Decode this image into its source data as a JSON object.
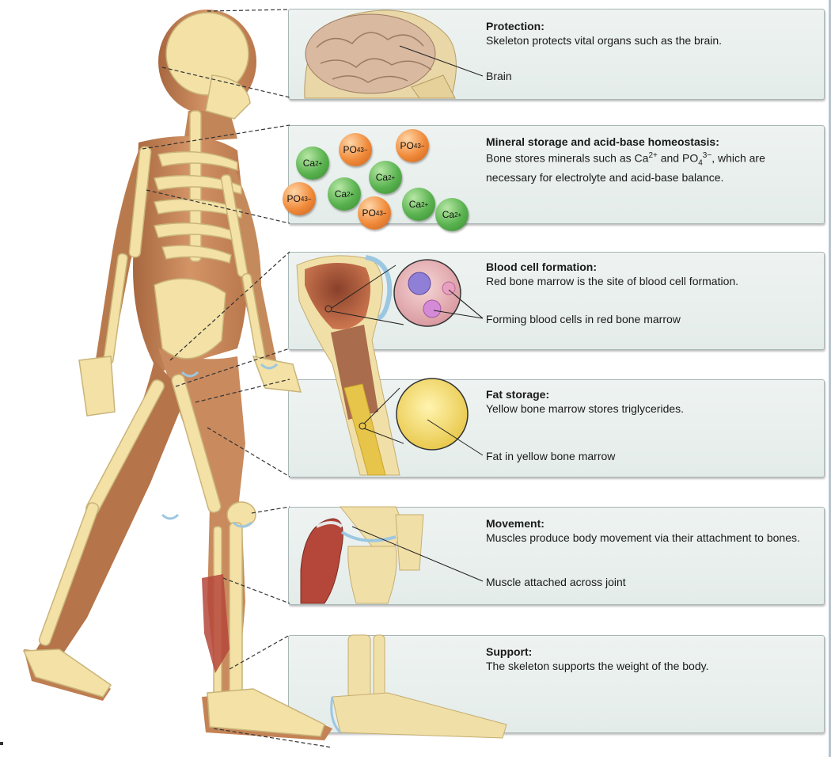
{
  "panels": [
    {
      "heading": "Protection:",
      "body": "Skeleton protects vital organs such as the brain.",
      "label": "Brain"
    },
    {
      "heading": "Mineral storage and acid-base homeostasis:",
      "body_parts": [
        "Bone stores minerals such as Ca",
        "2+",
        " and PO",
        "4",
        "3−",
        ", which are necessary for electrolyte and acid-base balance."
      ]
    },
    {
      "heading": "Blood cell formation:",
      "body": "Red bone marrow is the site of blood cell formation.",
      "label": "Forming blood cells in red bone marrow"
    },
    {
      "heading": "Fat storage:",
      "body": "Yellow bone marrow stores triglycerides.",
      "label": "Fat in yellow bone marrow"
    },
    {
      "heading": "Movement:",
      "body": "Muscles produce body movement via their attachment to bones.",
      "label": "Muscle attached across joint"
    },
    {
      "heading": "Support:",
      "body": "The skeleton supports the weight of the body."
    }
  ],
  "ions": {
    "ca_base": "Ca",
    "ca_charge": "2+",
    "po_base": "PO",
    "po_sub": "4",
    "po_charge": "3−"
  },
  "colors": {
    "skin": "#c98a5e",
    "bone": "#f3e1a6",
    "panel_bg": "#e8efed",
    "calcium": "#58b24e",
    "phosphate": "#f08a3a",
    "red_marrow": "#a3472e",
    "yellow_marrow": "#e7c44a",
    "muscle": "#b5463a"
  }
}
